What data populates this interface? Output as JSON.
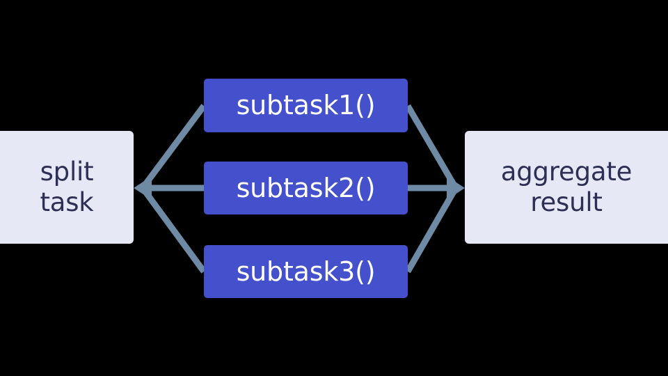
{
  "diagram": {
    "type": "parallelization-workflow",
    "background_color": "#000000",
    "edge_color": "#6e8aa4",
    "nodes": {
      "split_task": {
        "label": "split\ntask",
        "fill_color": "#e6e8f5",
        "text_color": "#2d2f55"
      },
      "aggregate_result": {
        "label": "aggregate\nresult",
        "fill_color": "#e6e8f5",
        "text_color": "#2d2f55"
      },
      "subtask_1": {
        "label": "subtask1()",
        "fill_color": "#4550cc",
        "text_color": "#ffffff"
      },
      "subtask_2": {
        "label": "subtask2()",
        "fill_color": "#4550cc",
        "text_color": "#ffffff"
      },
      "subtask_3": {
        "label": "subtask3()",
        "fill_color": "#4550cc",
        "text_color": "#ffffff"
      }
    }
  }
}
